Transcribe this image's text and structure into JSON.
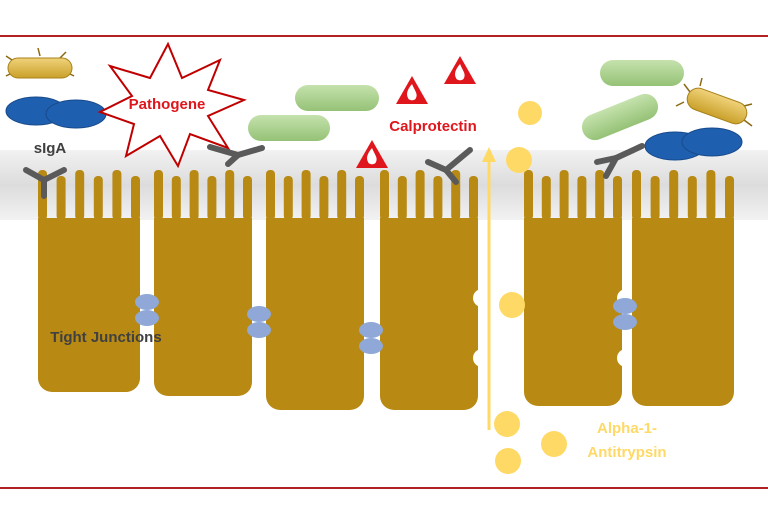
{
  "labels": {
    "siga": "sIgA",
    "pathogene": "Pathogene",
    "calprotectin": "Calprotectin",
    "tight_junctions": "Tight Junctions",
    "alpha_line1": "Alpha-1-",
    "alpha_line2": "Antitrypsin"
  },
  "colors": {
    "border": "#b22222",
    "cell": "#b88a14",
    "mucus": "#e3e3e3",
    "junction": "#8fa8d8",
    "antibody": "#5a5a5a",
    "bacterium_blue": "#1f5fb0",
    "bacterium_gold": "#d9b23a",
    "rod_green": "#a9d18e",
    "calprotectin_red": "#e0161d",
    "alpha_yellow": "#ffd966",
    "starburst_stroke": "#c00000"
  },
  "icons": [
    "antibody-icon",
    "pathogen-starburst-icon",
    "calprotectin-flame-icon",
    "bacterium-icon",
    "tight-junction-icon",
    "arrow-up-icon"
  ]
}
